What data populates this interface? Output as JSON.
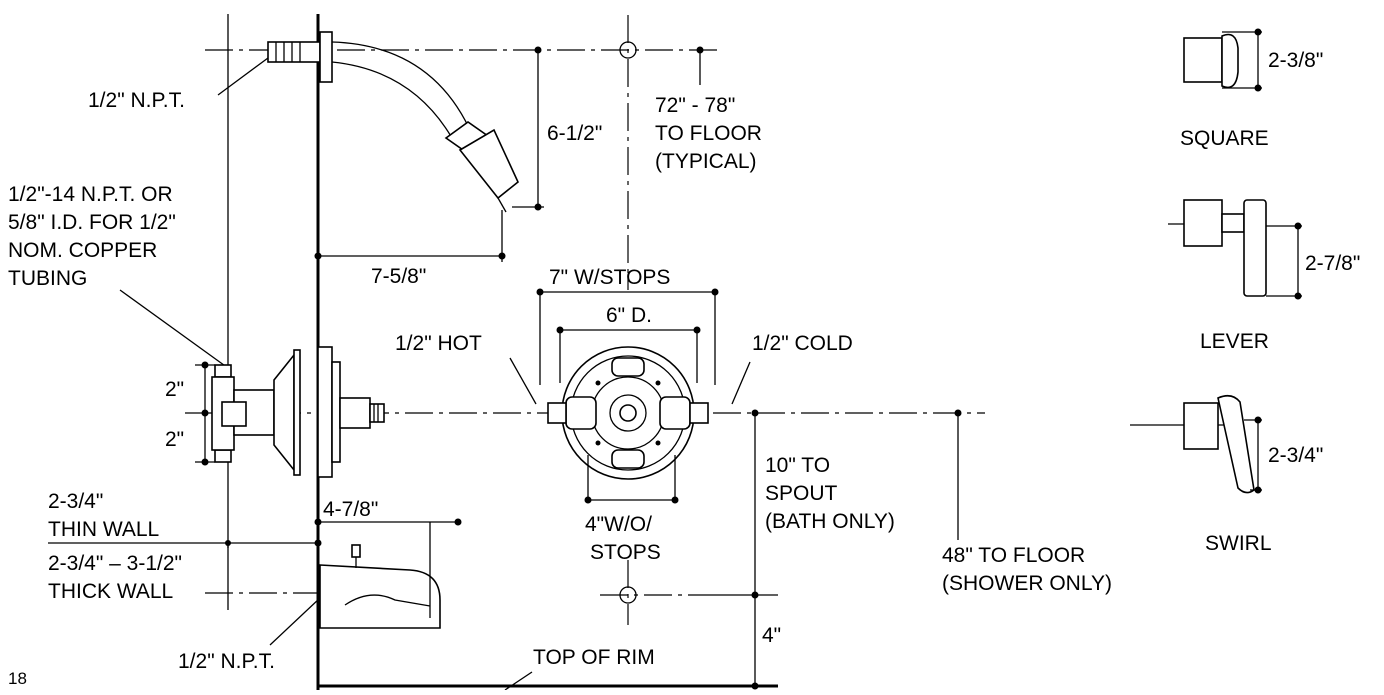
{
  "page_number": "18",
  "labels": {
    "npt_top": "1/2\" N.P.T.",
    "npt_14_line1": "1/2\"-14 N.P.T. OR",
    "npt_14_line2": "5/8\" I.D. FOR 1/2\"",
    "npt_14_line3": "NOM. COPPER",
    "npt_14_line4": "TUBING",
    "arm_drop": "6-1/2\"",
    "arm_reach": "7-5/8\"",
    "floor_line1": "72\" - 78\"",
    "floor_line2": "TO FLOOR",
    "floor_line3": "(TYPICAL)",
    "w_stops": "7\" W/STOPS",
    "d_width": "6\" D.",
    "hot": "1/2\" HOT",
    "cold": "1/2\" COLD",
    "upper_2": "2\"",
    "lower_2": "2\"",
    "thin_line1": "2-3/4\"",
    "thin_line2": "THIN WALL",
    "thick_line1": "2-3/4\" – 3-1/2\"",
    "thick_line2": "THICK WALL",
    "spout_reach": "4-7/8\"",
    "npt_bottom": "1/2\" N.P.T.",
    "wo_stops_line1": "4\"W/O/",
    "wo_stops_line2": "STOPS",
    "spout_line1": "10\" TO",
    "spout_line2": "SPOUT",
    "spout_line3": "(BATH ONLY)",
    "shower_line1": "48\" TO FLOOR",
    "shower_line2": "(SHOWER ONLY)",
    "rim_height": "4\"",
    "top_of_rim": "TOP OF RIM"
  },
  "handles": [
    {
      "name": "SQUARE",
      "dimension": "2-3/8\""
    },
    {
      "name": "LEVER",
      "dimension": "2-7/8\""
    },
    {
      "name": "SWIRL",
      "dimension": "2-3/4\""
    }
  ]
}
